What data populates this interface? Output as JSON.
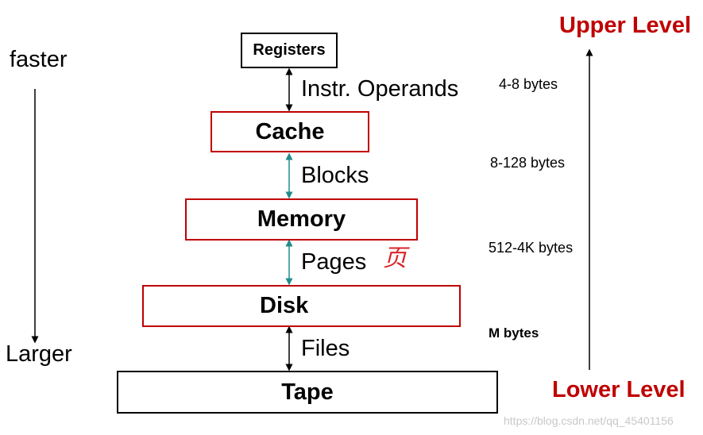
{
  "colors": {
    "level_text": "#c00000",
    "box_border_red": "#c00000",
    "box_border_black": "#000000",
    "arrow_black": "#000000",
    "arrow_teal": "#1e8c8c",
    "annotation_red": "#d9262b",
    "watermark": "#c8c8c8"
  },
  "left_axis": {
    "top_label": "faster",
    "bottom_label": "Larger"
  },
  "right_axis": {
    "top_label": "Upper Level",
    "bottom_label": "Lower Level"
  },
  "levels": [
    {
      "name": "Registers",
      "border": "black"
    },
    {
      "name": "Cache",
      "border": "red"
    },
    {
      "name": "Memory",
      "border": "red"
    },
    {
      "name": "Disk",
      "border": "red"
    },
    {
      "name": "Tape",
      "border": "black"
    }
  ],
  "transfers": [
    {
      "label": "Instr. Operands",
      "size": "4-8 bytes",
      "arrow_color": "black"
    },
    {
      "label": "Blocks",
      "size": "8-128 bytes",
      "arrow_color": "teal"
    },
    {
      "label": "Pages",
      "size": "512-4K bytes",
      "arrow_color": "teal",
      "annotation": "页"
    },
    {
      "label": "Files",
      "size": "M bytes",
      "arrow_color": "black"
    }
  ],
  "watermark": "https://blog.csdn.net/qq_45401156"
}
